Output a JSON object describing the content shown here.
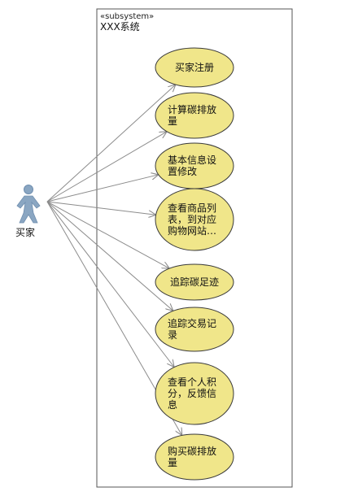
{
  "system": {
    "stereotype": "«subsystem»",
    "name": "XXX系统"
  },
  "actor": {
    "name": "买家",
    "icon": "stick-figure-icon",
    "color": "#8aa6c2"
  },
  "colors": {
    "usecase_fill": "#f0e68a",
    "usecase_stroke": "#3a3a3a",
    "line": "#8c8c8c",
    "border": "#555555"
  },
  "use_cases": [
    {
      "id": "uc1",
      "lines": [
        "买家注册"
      ]
    },
    {
      "id": "uc2",
      "lines": [
        "计算碳排放",
        "量"
      ]
    },
    {
      "id": "uc3",
      "lines": [
        "基本信息设",
        "置修改"
      ]
    },
    {
      "id": "uc4",
      "lines": [
        "查看商品列",
        "表，到对应",
        "购物网站…"
      ]
    },
    {
      "id": "uc5",
      "lines": [
        "追踪碳足迹"
      ]
    },
    {
      "id": "uc6",
      "lines": [
        "追踪交易记",
        "录"
      ]
    },
    {
      "id": "uc7",
      "lines": [
        "查看个人积",
        "分，反馈信",
        "息"
      ]
    },
    {
      "id": "uc8",
      "lines": [
        "购买碳排放",
        "量"
      ]
    }
  ]
}
